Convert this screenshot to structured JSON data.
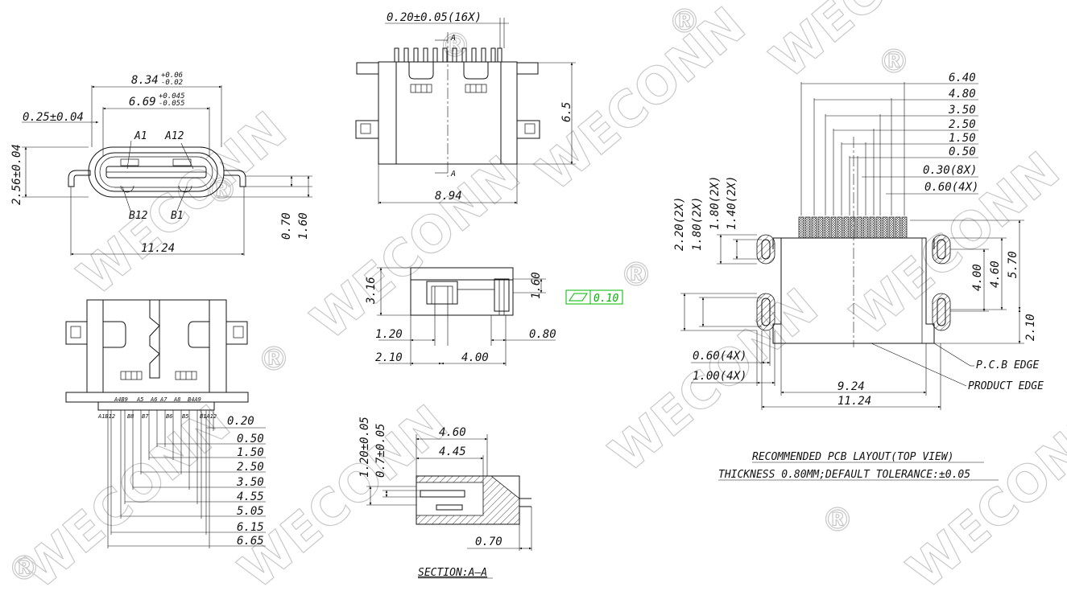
{
  "watermark": {
    "brand": "WECONN",
    "mark": "®"
  },
  "front_view": {
    "dims": {
      "w_outer": "8.34",
      "w_outer_tol_top": "+0.06",
      "w_outer_tol_bot": "-0.02",
      "w_inner": "6.69",
      "w_inner_tol_top": "+0.045",
      "w_inner_tol_bot": "-0.055",
      "wall": "0.25±0.04",
      "height": "2.56±0.04",
      "total_w": "11.24",
      "h1": "0.70",
      "h2": "1.60"
    },
    "pins": {
      "a1": "A1",
      "a12": "A12",
      "b12": "B12",
      "b1": "B1"
    }
  },
  "top_view": {
    "dims": {
      "pitch": "0.20±0.05(16X)",
      "depth": "6.5",
      "width": "8.94"
    },
    "section_marker": "A"
  },
  "side_view": {
    "dims": {
      "h": "3.16",
      "t": "1.60",
      "a": "1.20",
      "b": "2.10",
      "c": "4.00",
      "d": "0.80"
    },
    "flatness": {
      "symbol": "flatness-symbol",
      "value": "0.10",
      "color": "#00b400"
    }
  },
  "bottom_view": {
    "pin_labels_top": [
      "A4B9",
      "A5",
      "A6",
      "A7",
      "A8",
      "B4A9"
    ],
    "pin_labels_bot": [
      "A1B12",
      "B8",
      "B7",
      "B6",
      "B5",
      "B1A12"
    ],
    "dims": [
      "0.20",
      "0.50",
      "1.50",
      "2.50",
      "3.50",
      "4.55",
      "5.05",
      "6.15",
      "6.65"
    ]
  },
  "section": {
    "dims": {
      "w1": "4.60",
      "w2": "4.45",
      "h1": "1.20±0.05",
      "h2": "0.7±0.05",
      "t": "0.70"
    },
    "caption": "SECTION:A—A"
  },
  "pcb_layout": {
    "top_dims": [
      "6.40",
      "4.80",
      "3.50",
      "2.50",
      "1.50",
      "0.50",
      "0.30(8X)",
      "0.60(4X)"
    ],
    "left_dims": [
      "2.20(2X)",
      "1.80(2X)",
      "1.80(2X)",
      "1.40(2X)"
    ],
    "right_dims": [
      "4.00",
      "4.60",
      "5.70",
      "2.10"
    ],
    "bottom_dims": {
      "slot_w": "0.60(4X)",
      "slot_l": "1.00(4X)",
      "inner": "9.24",
      "outer": "11.24"
    },
    "edges": {
      "pcb": "P.C.B EDGE",
      "product": "PRODUCT EDGE"
    }
  },
  "notes": {
    "title": "RECOMMENDED PCB LAYOUT(TOP VIEW)",
    "thickness": "THICKNESS 0.80MM;DEFAULT TOLERANCE:±0.05"
  }
}
